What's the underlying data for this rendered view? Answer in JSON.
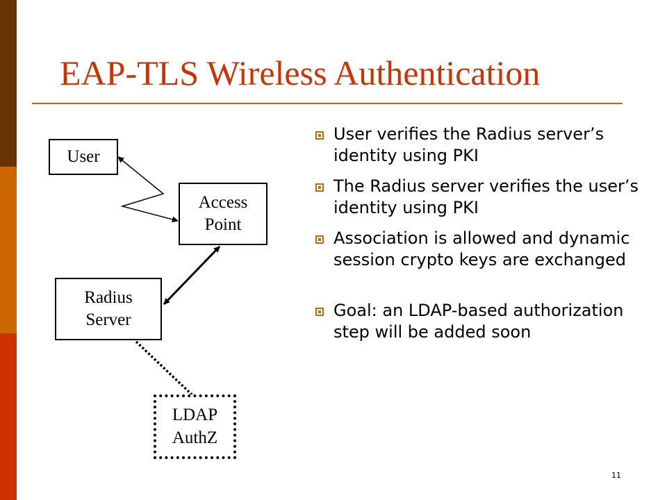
{
  "slide": {
    "title": "EAP-TLS Wireless Authentication",
    "page_number": "11",
    "accent_colors": {
      "title": "#CC3300",
      "rule": "#CC6600",
      "bar_top": "#663300",
      "bar_middle": "#CC6600",
      "bar_bottom": "#CC3300"
    }
  },
  "diagram": {
    "nodes": {
      "user": {
        "label": "User"
      },
      "access_point": {
        "label_line1": "Access",
        "label_line2": "Point"
      },
      "radius_server": {
        "label_line1": "Radius",
        "label_line2": "Server"
      },
      "ldap_authz": {
        "label_line1": "LDAP",
        "label_line2": "AuthZ"
      }
    },
    "links": [
      {
        "from": "user",
        "to": "access_point",
        "style": "wireless-zigzag-arrow"
      },
      {
        "from": "access_point",
        "to": "radius_server",
        "style": "double-arrow"
      },
      {
        "from": "radius_server",
        "to": "ldap_authz",
        "style": "dotted"
      }
    ]
  },
  "bullets": [
    {
      "text": "User verifies the Radius server’s identity using PKI"
    },
    {
      "text": "The Radius server verifies the user’s identity using PKI"
    },
    {
      "text": "Association is allowed and dynamic session crypto keys are exchanged"
    },
    {
      "text": "Goal: an LDAP-based authorization step will be added soon"
    }
  ]
}
